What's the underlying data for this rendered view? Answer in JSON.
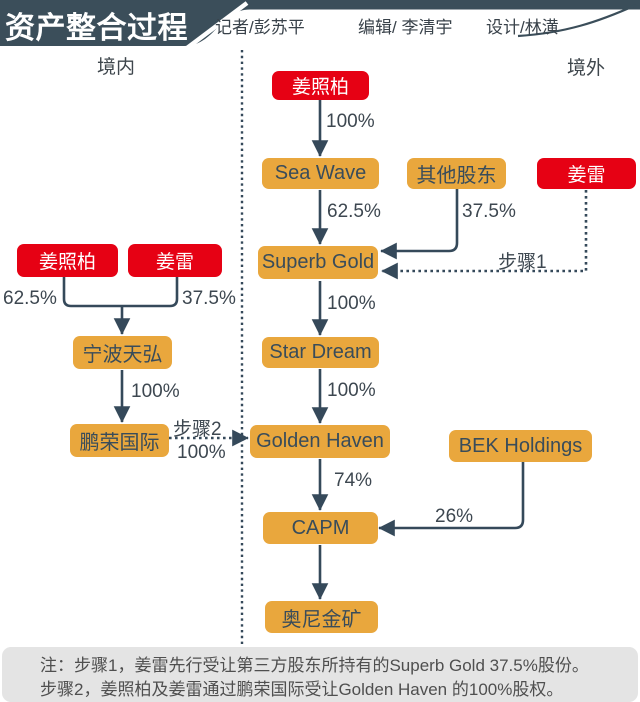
{
  "header": {
    "title": "资产整合过程",
    "credits": {
      "reporter": "记者/彭苏平",
      "editor": "编辑/ 李清宇",
      "designer": "设计/林潢"
    }
  },
  "region_labels": {
    "domestic": "境内",
    "overseas": "境外"
  },
  "nodes": {
    "jzb_top": "姜照柏",
    "sea_wave": "Sea Wave",
    "other_shareholders": "其他股东",
    "jl_right": "姜雷",
    "superb_gold": "Superb Gold",
    "star_dream": "Star Dream",
    "golden_haven": "Golden Haven",
    "bek_holdings": "BEK Holdings",
    "capm": "CAPM",
    "aoni_gold_mine": "奥尼金矿",
    "jzb_left": "姜照柏",
    "jl_left": "姜雷",
    "ningbo_tianhong": "宁波天弘",
    "pengrong_intl": "鹏荣国际"
  },
  "edge_labels": {
    "jzb_to_seawave": "100%",
    "seawave_to_superb": "62.5%",
    "other_to_superb": "37.5%",
    "step1": "步骤1",
    "superb_to_star": "100%",
    "star_to_golden": "100%",
    "golden_to_capm": "74%",
    "bek_to_capm": "26%",
    "jzb_left_share": "62.5%",
    "jl_left_share": "37.5%",
    "ningbo_to_pengrong": "100%",
    "step2": "步骤2",
    "pengrong_to_golden": "100%"
  },
  "note": {
    "line1": "注：步骤1，姜雷先行受让第三方股东所持有的Superb Gold 37.5%股份。",
    "line2": "步骤2，姜照柏及姜雷通过鹏荣国际受让Golden Haven 的100%股权。"
  },
  "colors": {
    "red": "#e60114",
    "gold": "#e9a73d",
    "slate": "#3b4e5a",
    "arrow": "#35495a",
    "note_bg": "#e4e4e4"
  }
}
